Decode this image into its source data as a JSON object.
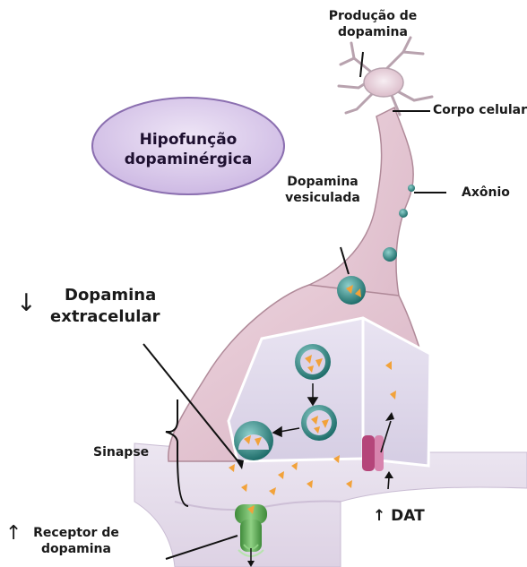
{
  "badge": {
    "line1": "Hipofunção",
    "line2": "dopaminérgica"
  },
  "labels": {
    "producao_line1": "Produção de",
    "producao_line2": "dopamina",
    "corpo_celular": "Corpo celular",
    "axonio": "Axônio",
    "vesiculada_line1": "Dopamina",
    "vesiculada_line2": "vesiculada",
    "extracelular_arrow": "↓",
    "extracelular_line1": "Dopamina",
    "extracelular_line2": "extracelular",
    "sinapse": "Sinapse",
    "dat": "↑ DAT",
    "receptor_arrow": "↑",
    "receptor_line1": "Receptor de",
    "receptor_line2": "dopamina"
  },
  "colors": {
    "neuron_fill": "#e7c7d3",
    "neuron_stroke": "#b08a99",
    "badge_fill": "#d9c8ea",
    "badge_stroke": "#8b6fb0",
    "vesicle_fill": "#2e8a86",
    "dopamine": "#f2a23a",
    "receptor": "#58a14d",
    "dat": "#b5457a"
  }
}
